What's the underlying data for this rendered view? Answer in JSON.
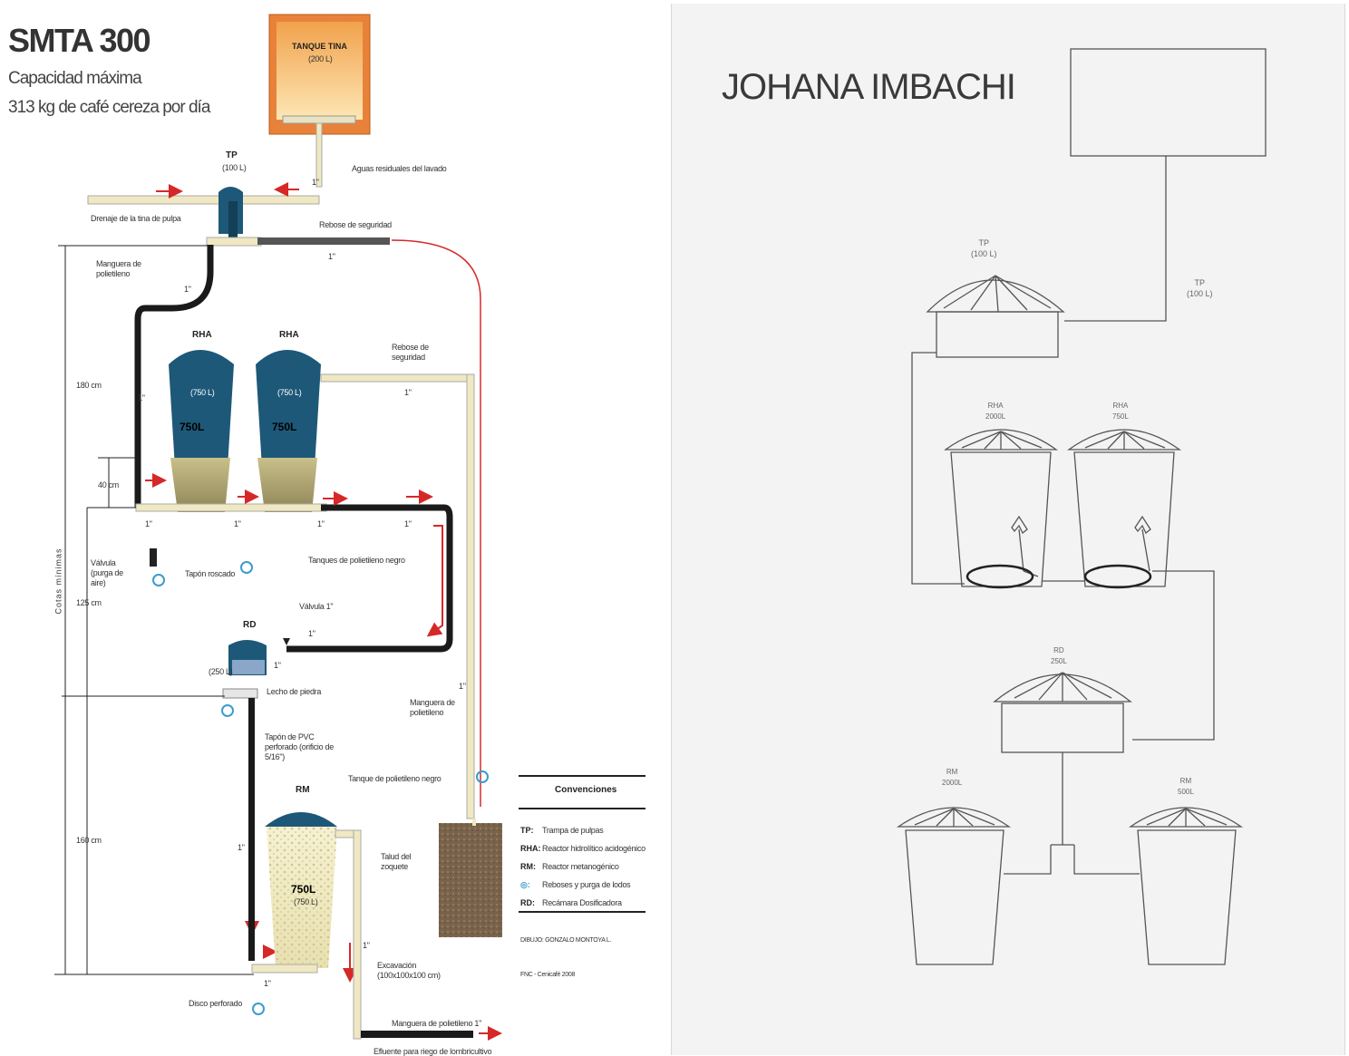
{
  "left": {
    "title": "SMTA 300",
    "subtitle1": "Capacidad máxima",
    "subtitle2": "313 kg de café cereza por día",
    "tanque_tina": "TANQUE TINA",
    "tanque_tina_cap": "(200 L)",
    "aguas_residuales": "Aguas residuales del lavado",
    "tp": "TP",
    "tp_cap": "(100 L)",
    "drenaje": "Drenaje de la tina de pulpa",
    "rebose_seguridad": "Rebose de seguridad",
    "manguera1": "Manguera de polietileno",
    "rha1": "RHA",
    "rha2": "RHA",
    "rha_cap": "(750 L)",
    "vol1": "750L",
    "vol2": "750L",
    "rebose_seg2": "Rebose de seguridad",
    "h_180": "180 cm",
    "h_40": "40 cm",
    "h_125": "125 cm",
    "h_160": "160 cm",
    "cotas": "Cotas mínimas",
    "valvula_purga": "Válvula (purga de aire)",
    "tapon_roscado": "Tapón roscado",
    "tanques_negro": "Tanques de polietileno negro",
    "valvula": "Válvula 1\"",
    "rd": "RD",
    "rd_cap": "(250 L)",
    "lecho": "Lecho de piedra",
    "manguera2": "Manguera de polietileno",
    "tapon_pvc": "Tapón de PVC perforado (orificio de 5/16\")",
    "tanque_negro": "Tanque de polietileno negro",
    "rm": "RM",
    "rm_cap": "(750 L)",
    "vol3": "750L",
    "talud": "Talud del zoquete",
    "excavacion": "Excavación (100x100x100 cm)",
    "disco": "Disco perforado",
    "manguera3": "Manguera de polietileno 1\"",
    "efluente": "Efluente para riego de lombricultivo",
    "inch": "1\"",
    "conv_title": "Convenciones",
    "conv": [
      {
        "key": "TP:",
        "val": "Trampa de pulpas"
      },
      {
        "key": "RHA:",
        "val": "Reactor hidrolítico acidogénico"
      },
      {
        "key": "RM:",
        "val": "Reactor metanogénico"
      },
      {
        "key": "◎:",
        "val": "Reboses y purga de lodos"
      },
      {
        "key": "RD:",
        "val": "Recámara Dosificadora"
      }
    ],
    "credit1": "DIBUJO: GONZALO MONTOYA L.",
    "credit2": "FNC - Cenicafé 2008"
  },
  "right": {
    "title": "JOHANA IMBACHI",
    "tp1": "TP\n(100 L)",
    "tp2": "TP\n(100 L)",
    "rha1": "RHA\n2000L",
    "rha2": "RHA\n750L",
    "rd": "RD\n250L",
    "rm1": "RM\n2000L",
    "rm2": "RM\n500L"
  },
  "colors": {
    "tank_blue": "#1d5878",
    "tina_orange": "#e8823a",
    "pipe_cream": "#efe8c2",
    "pipe_black": "#1a1a1a",
    "red_arrow": "#d62828",
    "sludge": "#a99a5c",
    "soil": "#7a634c"
  }
}
